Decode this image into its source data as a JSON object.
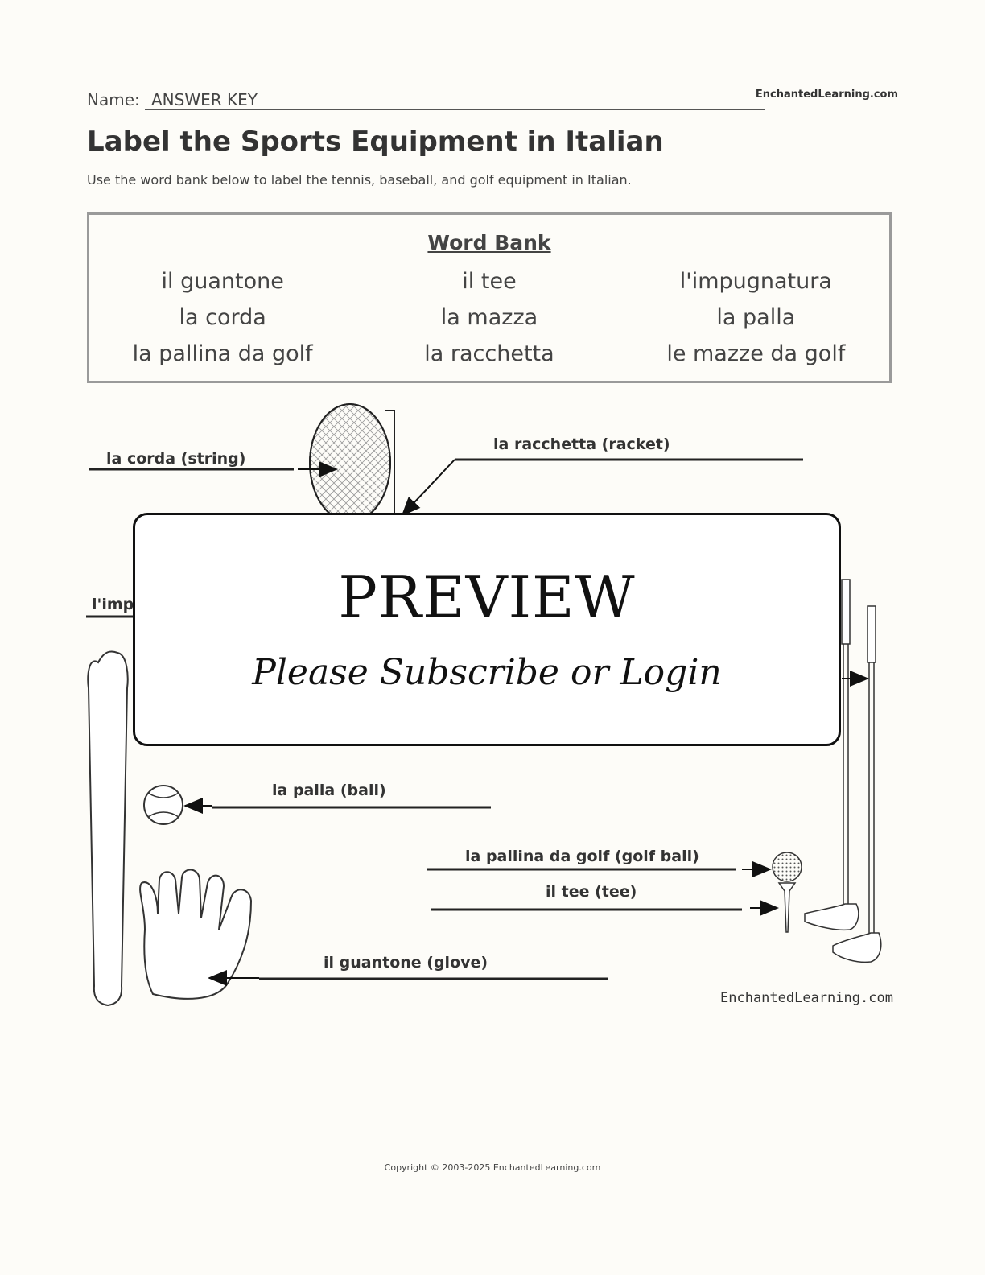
{
  "header": {
    "name_label": "Name:",
    "name_value": "ANSWER KEY",
    "site": "EnchantedLearning.com"
  },
  "title": "Label the Sports Equipment in Italian",
  "instructions": "Use the word bank below to label the tennis, baseball, and golf equipment in Italian.",
  "word_bank": {
    "title": "Word Bank",
    "words": [
      "il guantone",
      "il tee",
      "l'impugnatura",
      "la corda",
      "la mazza",
      "la palla",
      "la pallina da golf",
      "la racchetta",
      "le mazze da golf"
    ]
  },
  "diagram": {
    "labels": {
      "corda": "la corda (string)",
      "racchetta": "la racchetta (racket)",
      "impugnatura_partial": "l'imp",
      "palla": "la palla (ball)",
      "pallina": "la pallina da golf (golf ball)",
      "tee": "il tee (tee)",
      "guantone": "il guantone (glove)"
    },
    "site": "EnchantedLearning.com"
  },
  "preview": {
    "title": "PREVIEW",
    "subtitle": "Please Subscribe or Login"
  },
  "footer": {
    "copyright": "Copyright © 2003-2025 EnchantedLearning.com"
  }
}
